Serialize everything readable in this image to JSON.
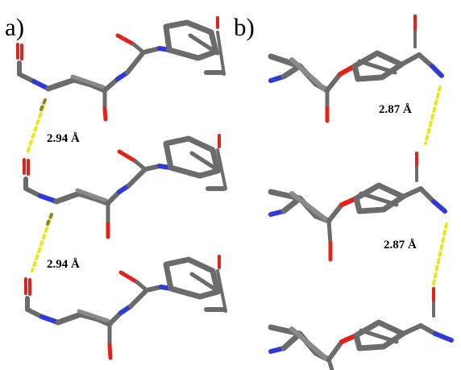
{
  "figure": {
    "panel_a": {
      "label": "a)",
      "distances": [
        "2.94 Å",
        "2.94 Å"
      ]
    },
    "panel_b": {
      "label": "b)",
      "distances": [
        "2.87 Å",
        "2.87 Å"
      ]
    }
  },
  "colors": {
    "carbon": "#6b6b6b",
    "carbon_highlight": "#8a8a8a",
    "nitrogen": "#2f3bd6",
    "oxygen": "#e0241b",
    "hydrogen_bond": "#e8e816",
    "hydrogen_bond_shade": "#8c8c1a",
    "text": "#000000"
  }
}
